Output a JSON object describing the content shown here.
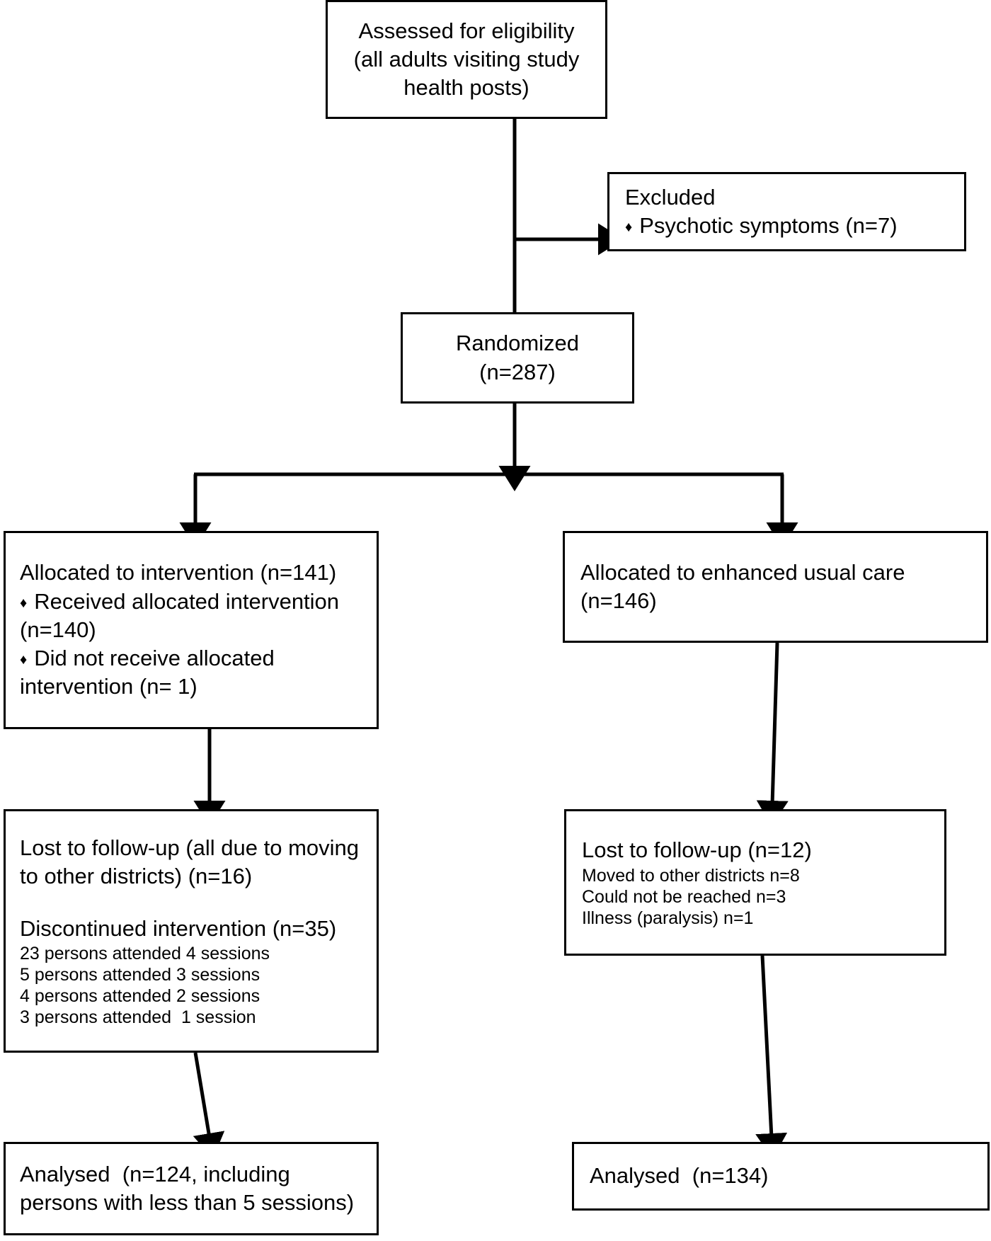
{
  "diagram": {
    "type": "consort-flow-diagram",
    "bullet_glyph": "♦",
    "line_color": "#000000",
    "box_border_color": "#000000",
    "background": "#ffffff",
    "nodes": {
      "eligibility": {
        "name": "Assessed for eligibility",
        "line1": "Assessed for eligibility",
        "line2": "(all adults visiting study",
        "line3": "health posts)"
      },
      "excluded": {
        "title": "Excluded",
        "reason1": "Psychotic symptoms (n=7)"
      },
      "randomized": {
        "line1": "Randomized",
        "line2": "(n=287)",
        "n": 287
      },
      "alloc_intervention": {
        "line1": "Allocated to intervention (n=141)",
        "bullet1a": "Received allocated intervention",
        "bullet1b": "(n=140)",
        "bullet2a": "Did not receive allocated",
        "bullet2b": "intervention (n= 1)",
        "n": 141
      },
      "alloc_usual_care": {
        "line1": "Allocated to enhanced usual care",
        "line2": "(n=146)",
        "n": 146
      },
      "lost_intervention": {
        "line1": "Lost to follow-up (all due to moving",
        "line2": "to other districts) (n=16)",
        "line3": "Discontinued intervention (n=35)",
        "detail1": "23 persons attended 4 sessions",
        "detail2": "5 persons attended 3 sessions",
        "detail3": "4 persons attended 2 sessions",
        "detail4": "3 persons attended  1 session",
        "lost_n": 16,
        "discontinued_n": 35
      },
      "lost_usual_care": {
        "line1": "Lost to follow-up (n=12)",
        "detail1": "Moved to other districts n=8",
        "detail2": "Could not be reached n=3",
        "detail3": "Illness (paralysis) n=1",
        "lost_n": 12
      },
      "analysed_intervention": {
        "line1": "Analysed  (n=124, including",
        "line2": "persons with less than 5 sessions)",
        "n": 124
      },
      "analysed_usual_care": {
        "line1": "Analysed  (n=134)",
        "n": 134
      }
    }
  }
}
